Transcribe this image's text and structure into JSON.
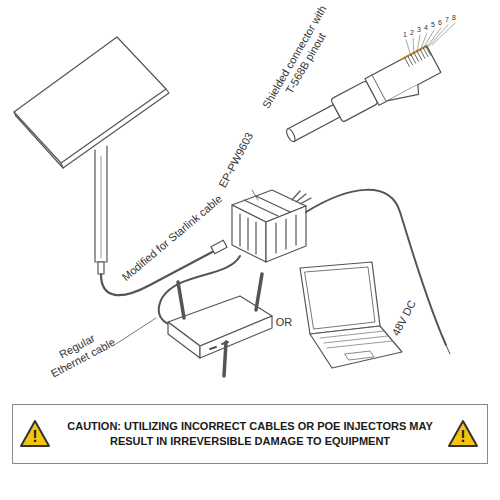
{
  "diagram": {
    "nodes": [
      {
        "text": [
          "CAUTION: UTILIZING INCORRECT CABLES OR POE INJECTORS MAY RESULT IN IRREVERSIBLE DAMAGE TO EQUIPMENT"
        ]
      },
      {
        "text": [
          "!"
        ],
        "in": 0
      },
      {
        "text": [
          "!"
        ],
        "in": 0
      }
    ],
    "labels": [
      "EP-PW9603",
      "Modified for Starlink cable",
      "Regular Ethernet cable",
      "OR",
      "48V DC",
      "Shielded connector with T-568B pinout",
      "1",
      "2",
      "3",
      "4",
      "5",
      "6",
      "7",
      "8"
    ]
  }
}
